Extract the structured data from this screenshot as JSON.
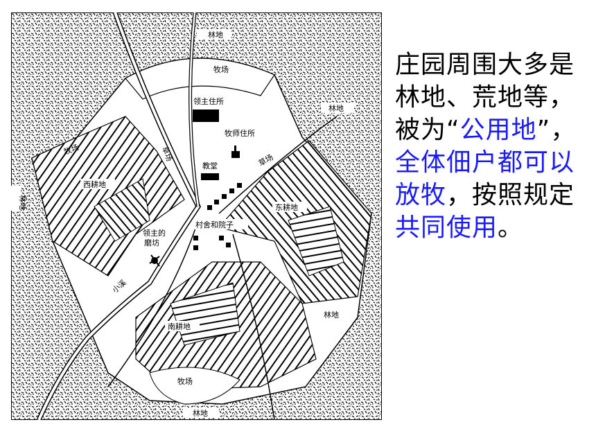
{
  "map": {
    "labels": {
      "forest_top": "林地",
      "forest_right_upper": "林地",
      "forest_right_lower": "林地",
      "forest_left": "林地",
      "forest_bottom": "林地",
      "pasture_top": "牧场",
      "pasture_left": "牧场",
      "pasture_bottom": "牧场",
      "meadow_left": "草场",
      "meadow_right": "草场",
      "lord_residence": "领主住所",
      "priest_residence": "牧师住所",
      "church": "教堂",
      "west_field": "西耕地",
      "east_field": "东耕地",
      "south_field": "南耕地",
      "village": "村舍和院子",
      "lord_mill": "领主的",
      "lord_mill_2": "磨坊",
      "stream": "小溪"
    }
  },
  "side_text": {
    "seg1": "庄园周围大多是林地、荒地等，被为“",
    "seg2": "公用地",
    "seg3": "”，",
    "seg4": "全体佃户都可以放牧",
    "seg5": "，按照规定",
    "seg6": "共同使用",
    "seg7": "。"
  },
  "colors": {
    "accent_blue": "#1a1aff",
    "text": "#000000"
  }
}
